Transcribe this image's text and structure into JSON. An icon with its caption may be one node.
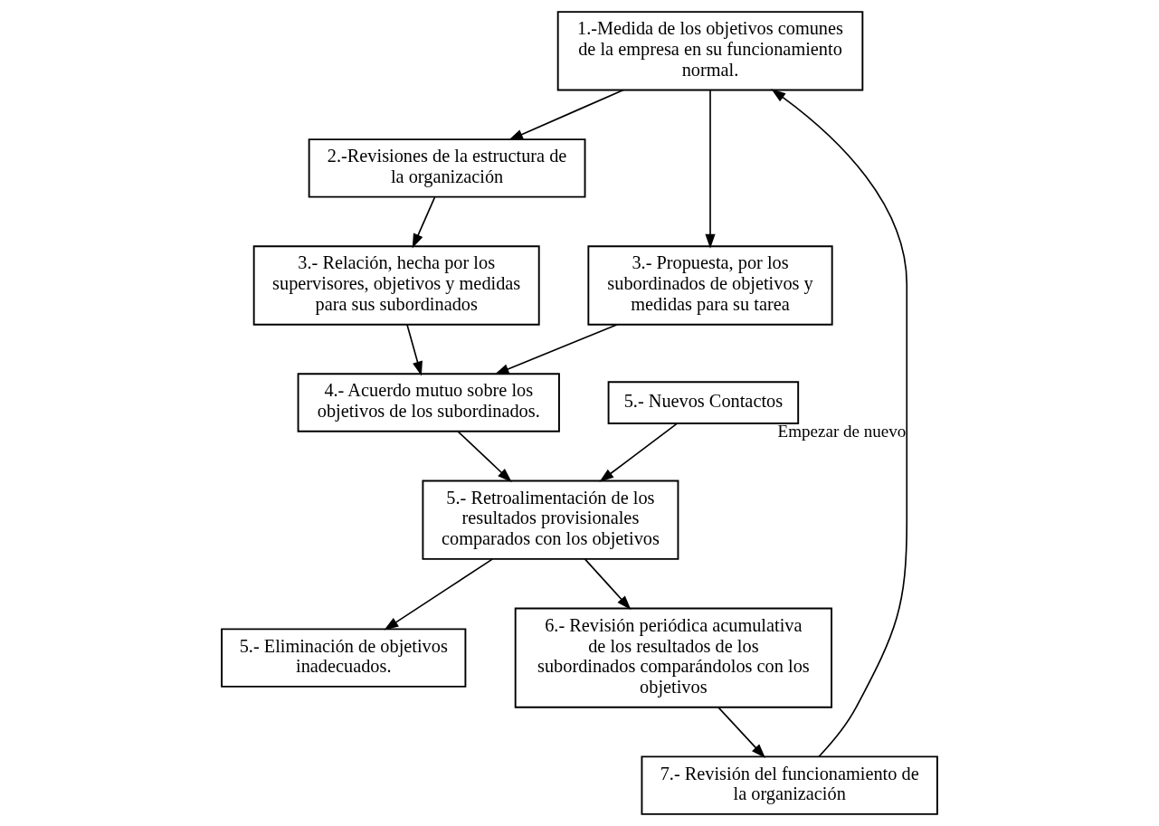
{
  "diagram": {
    "nodes": [
      {
        "text": [
          "1.-Medida de los objetivos comunes de la empresa en su funcionamiento normal."
        ]
      },
      {
        "text": [
          "2.-Revisiones de la estructura de la organización"
        ]
      },
      {
        "text": [
          "3.- Relación, hecha por los supervisores, objetivos y medidas para sus subordinados"
        ]
      },
      {
        "text": [
          "3.- Propuesta, por los subordinados de objetivos y medidas para su tarea"
        ]
      },
      {
        "text": [
          "4.- Acuerdo mutuo sobre los objetivos de los subordinados."
        ]
      },
      {
        "text": [
          "5.- Retroalimentación de los resultados provisionales comparados con los objetivos"
        ]
      },
      {
        "text": [
          "5.- Nuevos Contactos"
        ]
      },
      {
        "text": [
          "5.- Eliminación de objetivos inadecuados."
        ]
      },
      {
        "text": [
          "6.- Revisión periódica acumulativa de los resultados de los subordinados comparándolos con los objetivos"
        ]
      },
      {
        "text": [
          "7.- Revisión del funcionamiento de la organización"
        ]
      }
    ],
    "edges": [
      {
        "from": 0,
        "to": 1,
        "arrow": "to"
      },
      {
        "from": 0,
        "to": 3,
        "arrow": "to"
      },
      {
        "from": 1,
        "to": 2,
        "arrow": "to"
      },
      {
        "from": 2,
        "to": 4,
        "arrow": "to"
      },
      {
        "from": 3,
        "to": 4,
        "arrow": "to"
      },
      {
        "from": 4,
        "to": 5,
        "arrow": "to"
      },
      {
        "from": 6,
        "to": 5,
        "arrow": "to"
      },
      {
        "from": 5,
        "to": 8,
        "arrow": "to"
      },
      {
        "from": 5,
        "to": 7,
        "arrow": "to"
      },
      {
        "from": 8,
        "to": 9,
        "arrow": "to"
      },
      {
        "from": 9,
        "to": 0,
        "arrow": "to",
        "label": "Empezar de nuevo"
      }
    ]
  }
}
